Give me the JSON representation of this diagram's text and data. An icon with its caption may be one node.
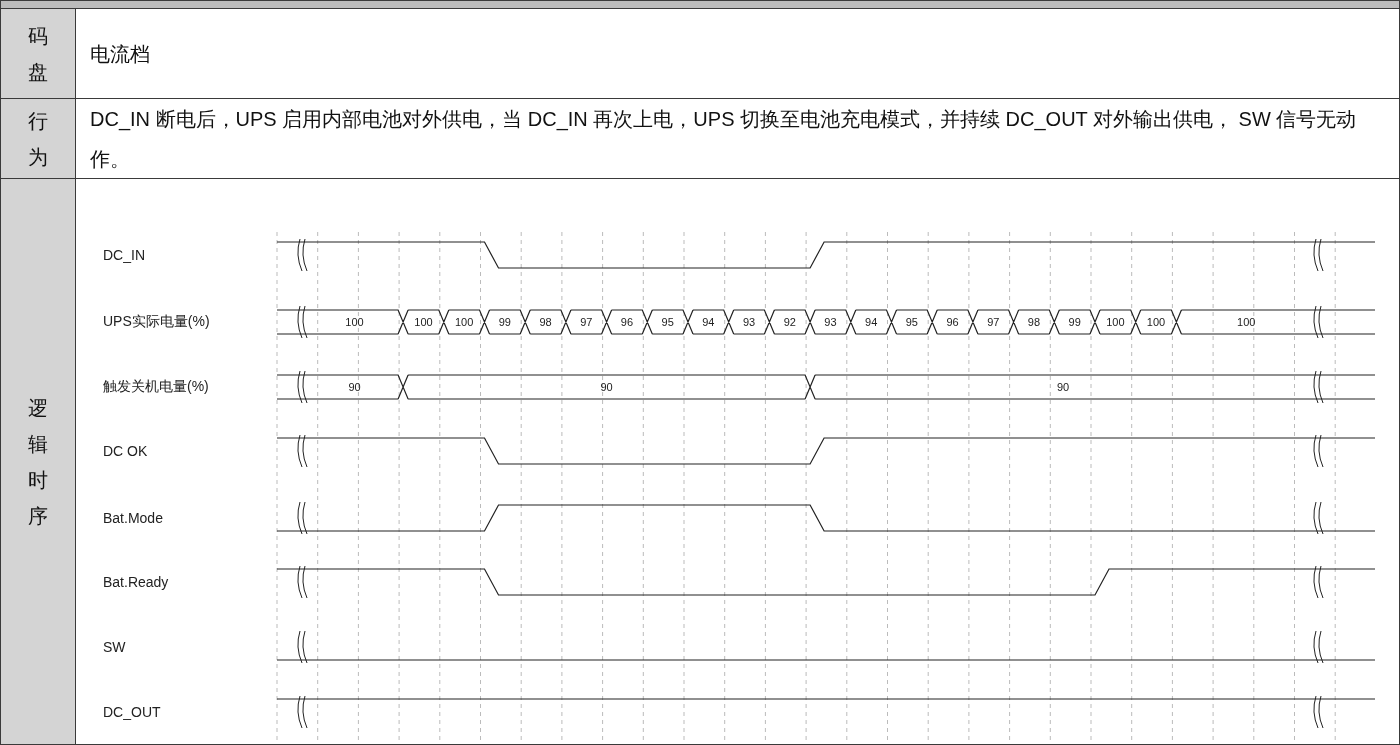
{
  "diagram": {
    "labels": [
      "码盘",
      "电流档",
      "行为",
      "DC_IN 断电后，UPS 启用内部电池对外供电，当 DC_IN 再次上电，UPS 切换至电池充电模式，并持续 DC_OUT 对外输出供电， SW 信号无动作。",
      "逻辑时序",
      "DC_IN",
      "UPS实际电量(%)",
      "100",
      "100",
      "100",
      "99",
      "98",
      "97",
      "96",
      "95",
      "94",
      "93",
      "92",
      "93",
      "94",
      "95",
      "96",
      "97",
      "98",
      "99",
      "100",
      "100",
      "100",
      "触发关机电量(%)",
      "90",
      "90",
      "90",
      "DC OK",
      "Bat.Mode",
      "Bat.Ready",
      "SW",
      "DC_OUT"
    ]
  }
}
